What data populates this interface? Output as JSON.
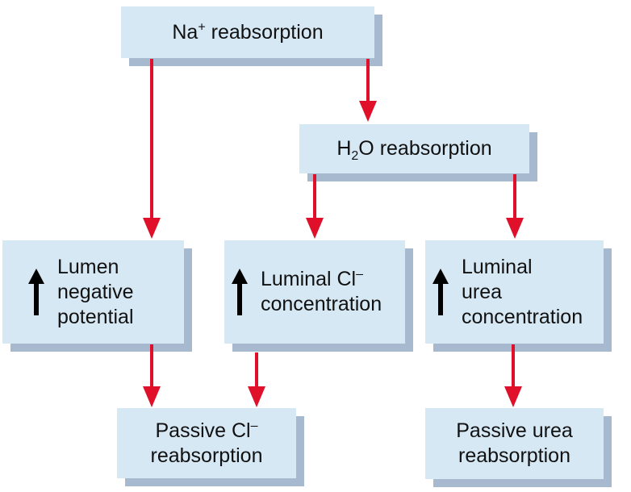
{
  "diagram": {
    "nodes": {
      "na_reabsorption": {
        "label": "Na+ reabsorption",
        "main": "Na",
        "superscript": "+",
        "rest": " reabsorption"
      },
      "h2o_reabsorption": {
        "label": "H2O reabsorption",
        "main": "H",
        "subscript": "2",
        "rest": "O reabsorption"
      },
      "lumen_negative_potential": {
        "lines": [
          "Lumen",
          "negative",
          "potential"
        ],
        "indicator": "up-arrow"
      },
      "luminal_cl_concentration": {
        "line1_main": "Luminal Cl",
        "line1_superscript": "–",
        "line2": "concentration",
        "indicator": "up-arrow"
      },
      "luminal_urea_concentration": {
        "lines": [
          "Luminal",
          "urea",
          "concentration"
        ],
        "indicator": "up-arrow"
      },
      "passive_cl_reabsorption": {
        "line1_main": "Passive Cl",
        "line1_superscript": "–",
        "line2": "reabsorption"
      },
      "passive_urea_reabsorption": {
        "lines": [
          "Passive urea",
          "reabsorption"
        ]
      }
    },
    "edges": [
      {
        "from": "na_reabsorption",
        "to": "lumen_negative_potential"
      },
      {
        "from": "na_reabsorption",
        "to": "h2o_reabsorption"
      },
      {
        "from": "h2o_reabsorption",
        "to": "luminal_cl_concentration"
      },
      {
        "from": "h2o_reabsorption",
        "to": "luminal_urea_concentration"
      },
      {
        "from": "lumen_negative_potential",
        "to": "passive_cl_reabsorption"
      },
      {
        "from": "luminal_cl_concentration",
        "to": "passive_cl_reabsorption"
      },
      {
        "from": "luminal_urea_concentration",
        "to": "passive_urea_reabsorption"
      }
    ],
    "colors": {
      "box_fill": "#d7e8f5",
      "box_shadow": "#a6b9cf",
      "arrow": "#e0102b",
      "text": "#111111"
    }
  }
}
